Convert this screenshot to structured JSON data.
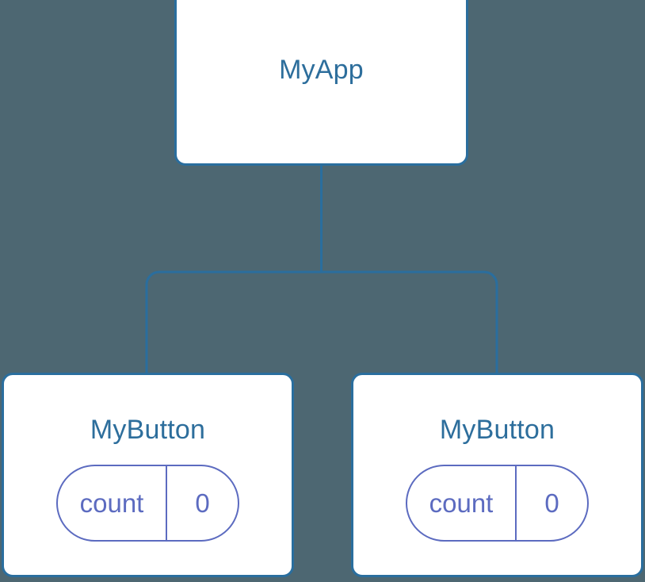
{
  "diagram": {
    "type": "component-tree",
    "background_color": "#4d6772",
    "node_border_color": "#2a6e9e",
    "node_title_color": "#2d6e9c",
    "state_accent_color": "#5c6bc0",
    "connector_color": "#2a6e9e",
    "root": {
      "title": "MyApp"
    },
    "children": [
      {
        "title": "MyButton",
        "state": {
          "key": "count",
          "value": "0"
        }
      },
      {
        "title": "MyButton",
        "state": {
          "key": "count",
          "value": "0"
        }
      }
    ]
  }
}
